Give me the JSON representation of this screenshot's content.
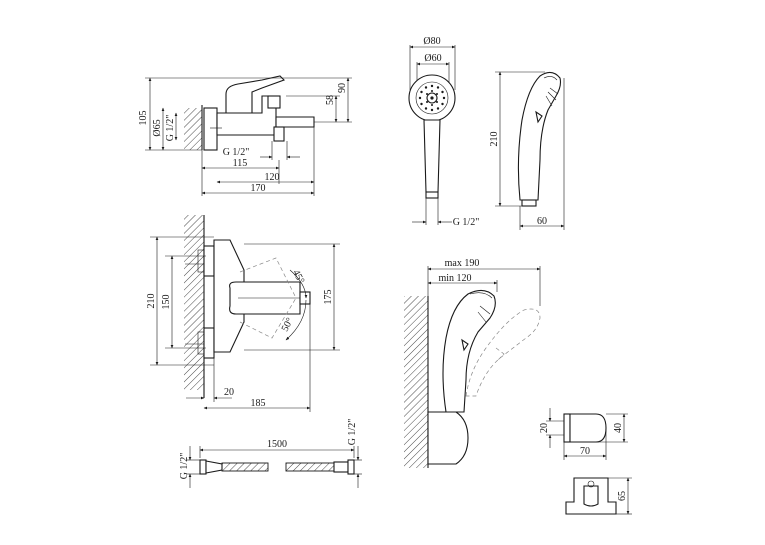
{
  "mixer_side": {
    "h105": "105",
    "d65": "Ø65",
    "g12_left": "G 1/2\"",
    "h58": "58",
    "h90": "90",
    "g12_spout": "G 1/2\"",
    "w115": "115",
    "w120": "120",
    "w170": "170"
  },
  "handshower_front": {
    "d80": "Ø80",
    "d60": "Ø60",
    "g12": "G 1/2\""
  },
  "handshower_side": {
    "h210": "210",
    "w60": "60"
  },
  "mixer_front": {
    "h210": "210",
    "h150": "150",
    "h175": "175",
    "a45": "45°",
    "a50": "50°",
    "w20": "20",
    "w185": "185"
  },
  "holder_side": {
    "max": "max 190",
    "min": "min 120"
  },
  "hose": {
    "l1500": "1500",
    "g12_left": "G 1/2\"",
    "g12_right": "G 1/2\""
  },
  "bracket": {
    "h20": "20",
    "h40": "40",
    "w70": "70",
    "h65": "65"
  },
  "colors": {
    "line": "#1a1a1a",
    "ghost": "#888888",
    "background": "#ffffff"
  }
}
